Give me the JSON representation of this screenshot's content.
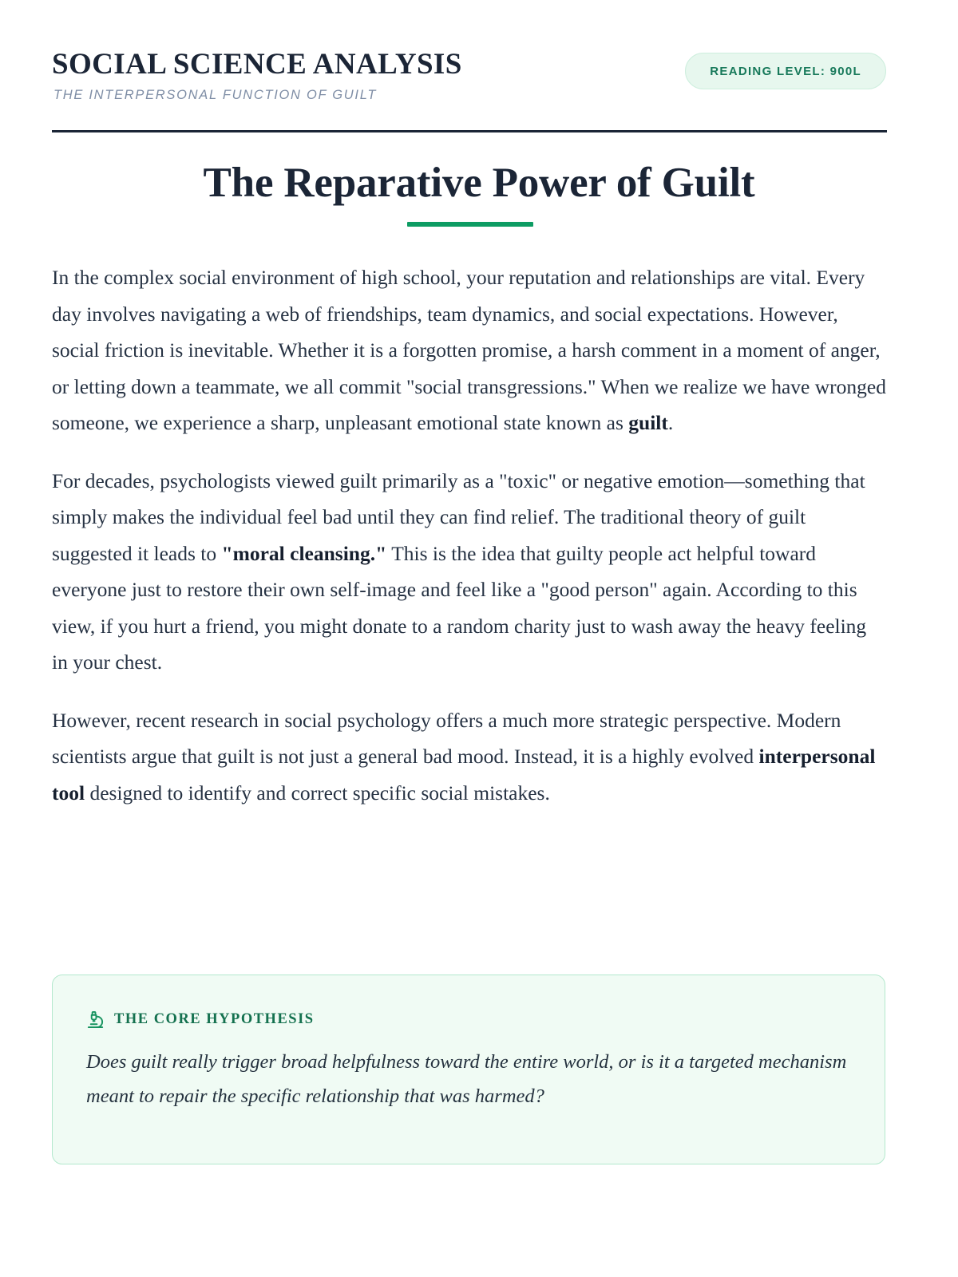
{
  "header": {
    "brand_title": "SOCIAL SCIENCE ANALYSIS",
    "brand_subtitle": "THE INTERPERSONAL FUNCTION OF GUILT",
    "reading_badge": "READING LEVEL: 900L"
  },
  "document": {
    "title": "The Reparative Power of Guilt",
    "paragraphs": [
      {
        "id": "p1",
        "runs": [
          {
            "text": "In the complex social environment of high school, your reputation and relationships are vital. Every day involves navigating a web of friendships, team dynamics, and social expectations. However, social friction is inevitable. Whether it is a forgotten promise, a harsh comment in a moment of anger, or letting down a teammate, we all commit \"social transgressions.\" When we realize we have wronged someone, we experience a sharp, unpleasant emotional state known as ",
            "bold": false
          },
          {
            "text": "guilt",
            "bold": true
          },
          {
            "text": ".",
            "bold": false
          }
        ]
      },
      {
        "id": "p2",
        "runs": [
          {
            "text": "For decades, psychologists viewed guilt primarily as a \"toxic\" or negative emotion—something that simply makes the individual feel bad until they can find relief. The traditional theory of guilt suggested it leads to ",
            "bold": false
          },
          {
            "text": "\"moral cleansing.\"",
            "bold": true
          },
          {
            "text": " This is the idea that guilty people act helpful toward everyone just to restore their own self-image and feel like a \"good person\" again. According to this view, if you hurt a friend, you might donate to a random charity just to wash away the heavy feeling in your chest.",
            "bold": false
          }
        ]
      },
      {
        "id": "p3",
        "runs": [
          {
            "text": "However, recent research in social psychology offers a much more strategic perspective. Modern scientists argue that guilt is not just a general bad mood. Instead, it is a highly evolved ",
            "bold": false
          },
          {
            "text": "interpersonal tool",
            "bold": true
          },
          {
            "text": " designed to identify and correct specific social mistakes.",
            "bold": false
          }
        ]
      }
    ]
  },
  "callout": {
    "icon": "microscope-icon",
    "label": "THE CORE HYPOTHESIS",
    "body": "Does guilt really trigger broad helpfulness toward the entire world, or is it a targeted mechanism meant to repair the specific relationship that was harmed?"
  },
  "colors": {
    "ink": "#1b2536",
    "body_text": "#263243",
    "subtitle": "#7e8da5",
    "accent_green": "#0d9c63",
    "badge_text": "#17795a",
    "badge_bg": "#e7f7ee",
    "badge_border": "#cdeedd",
    "callout_bg": "#f0fbf4",
    "callout_border": "#b3e8cd",
    "callout_label": "#14714f"
  }
}
